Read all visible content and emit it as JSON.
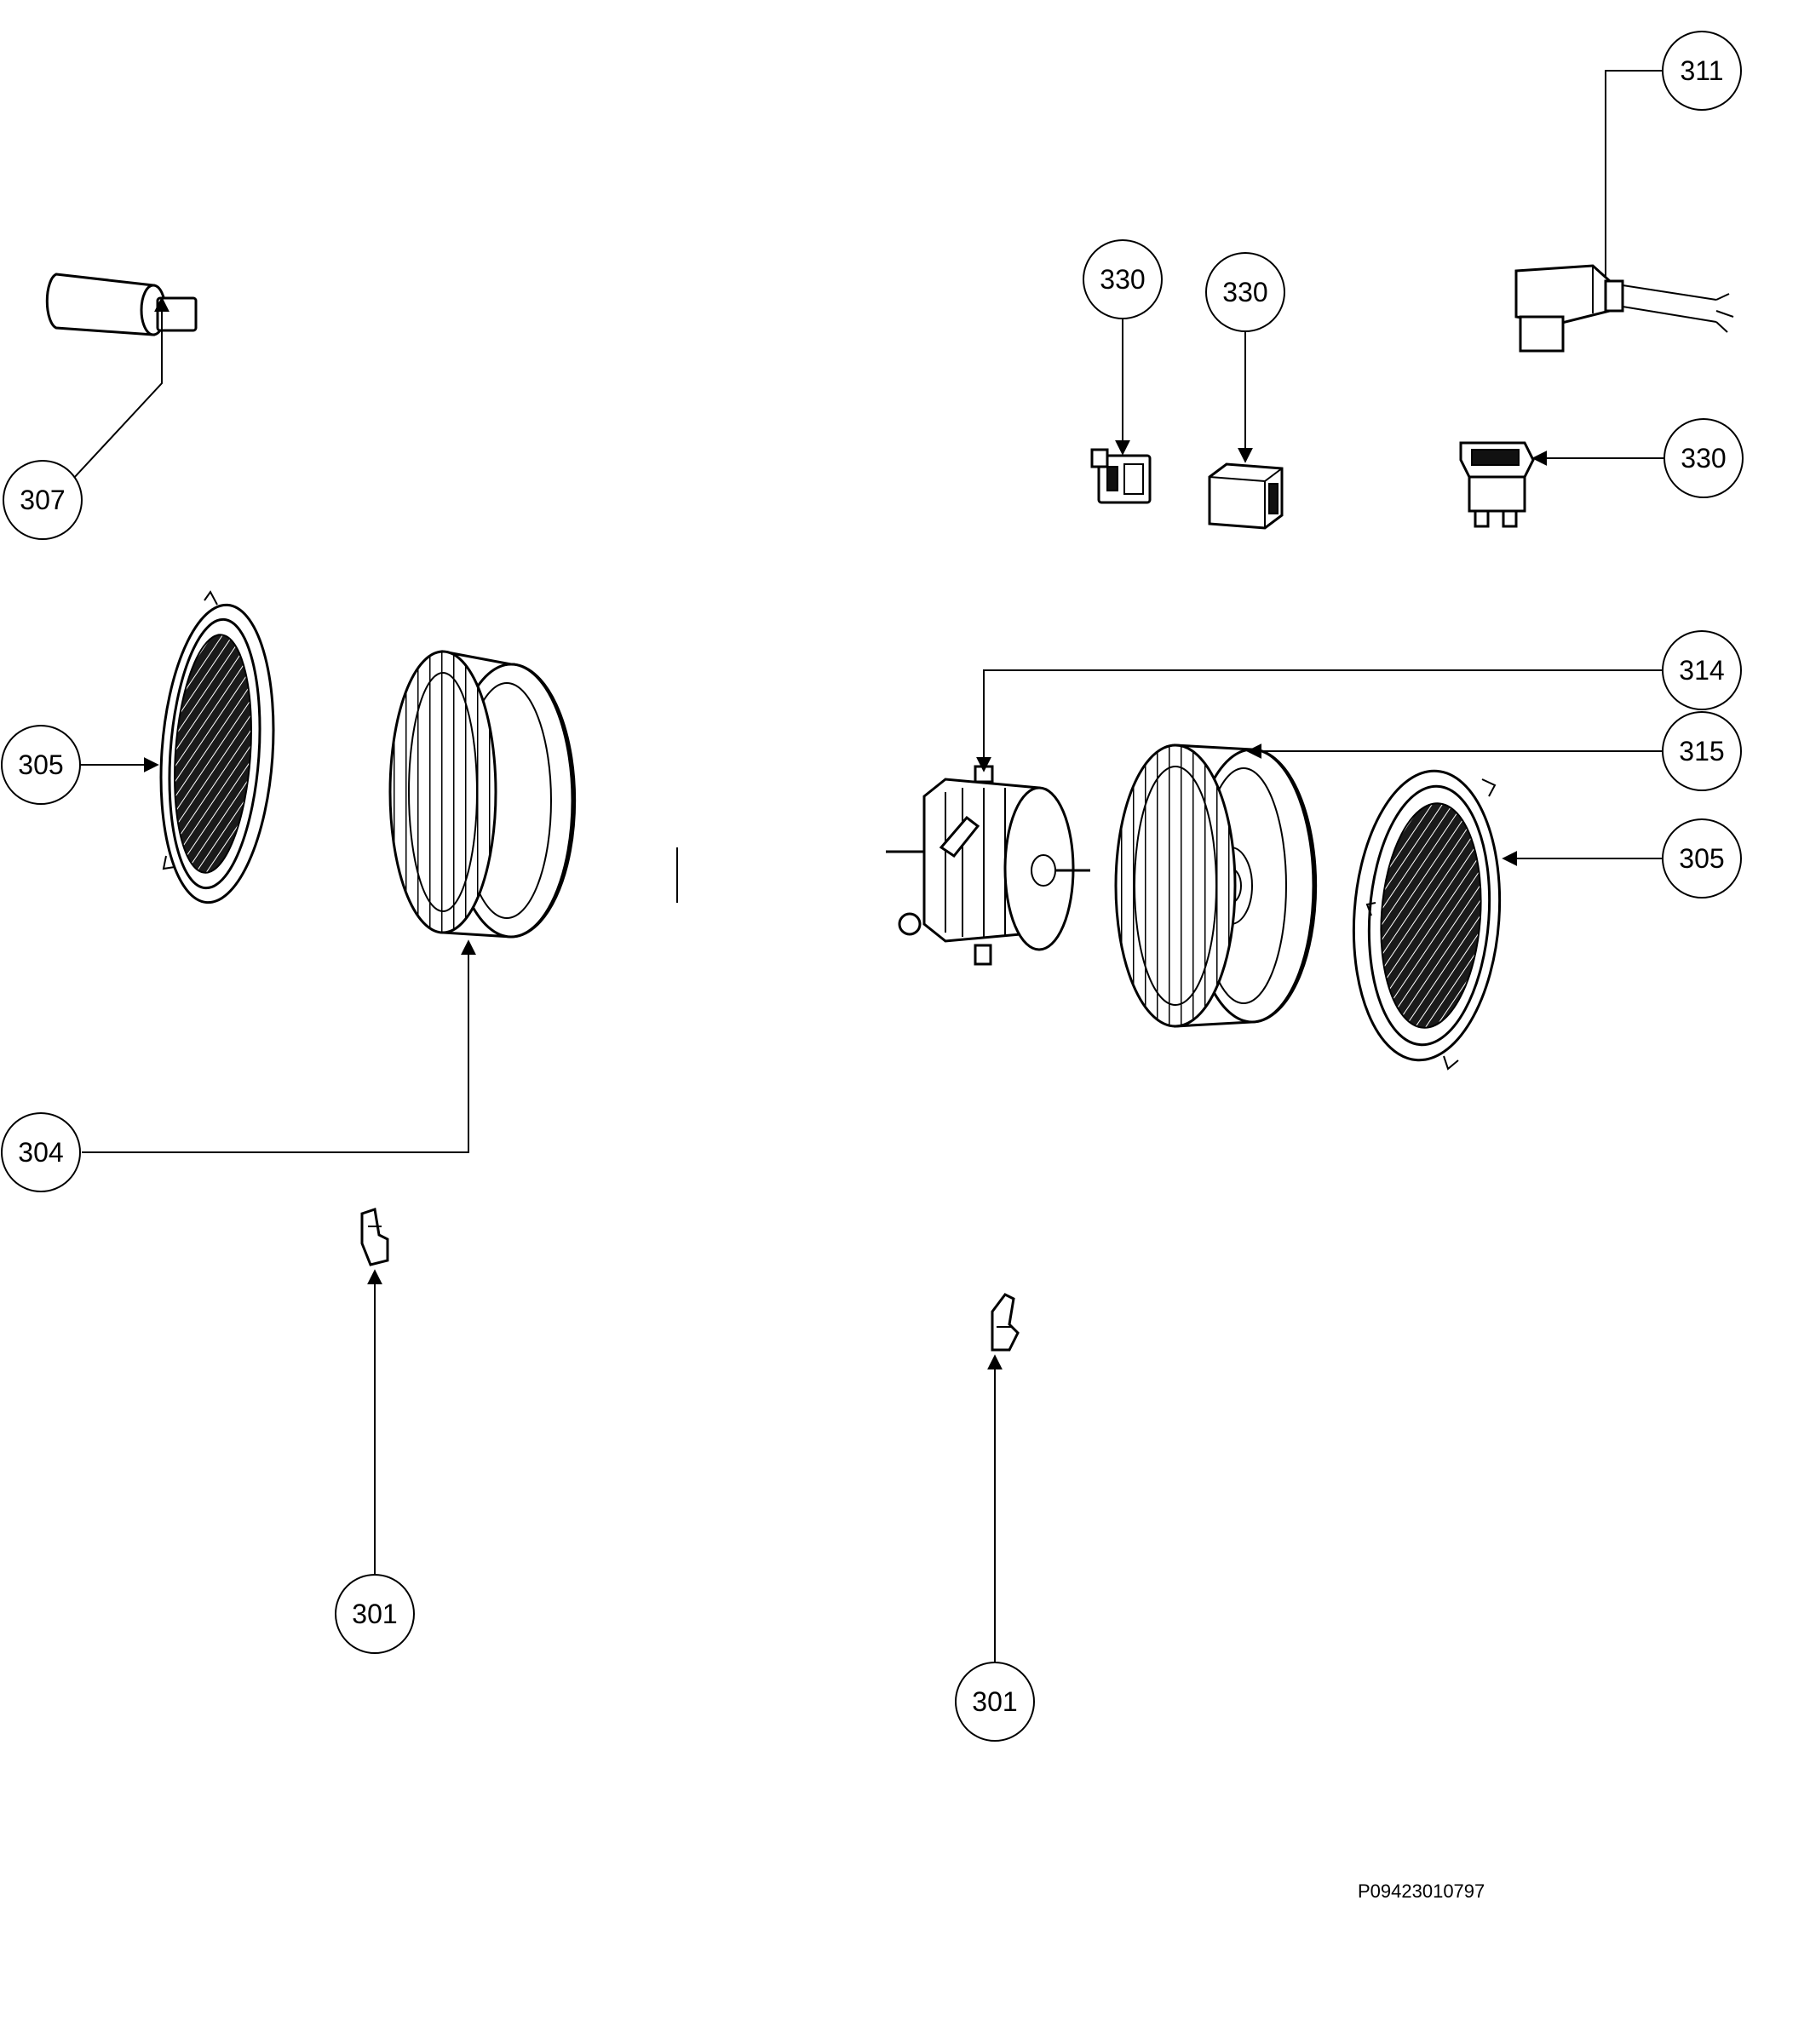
{
  "callouts": {
    "c307": "307",
    "c305_left": "305",
    "c304": "304",
    "c301_left": "301",
    "c301_right": "301",
    "c330_a": "330",
    "c330_b": "330",
    "c330_c": "330",
    "c311": "311",
    "c314": "314",
    "c315": "315",
    "c305_right": "305"
  },
  "document_number": "P09423010797"
}
